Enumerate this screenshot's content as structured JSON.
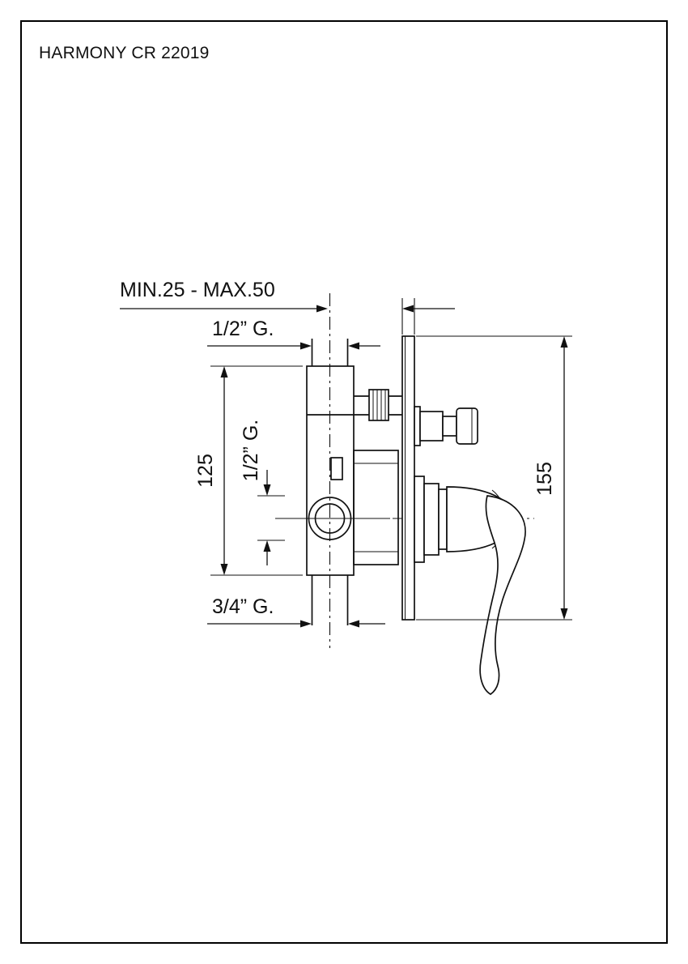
{
  "title": "HARMONY CR 22019",
  "drawing": {
    "labels": {
      "depth_range": "MIN.25 - MAX.50",
      "top_thread": "1/2” G.",
      "side_thread": "1/2” G.",
      "bottom_thread": "3/4” G.",
      "body_height": "125",
      "plate_height": "155"
    }
  }
}
